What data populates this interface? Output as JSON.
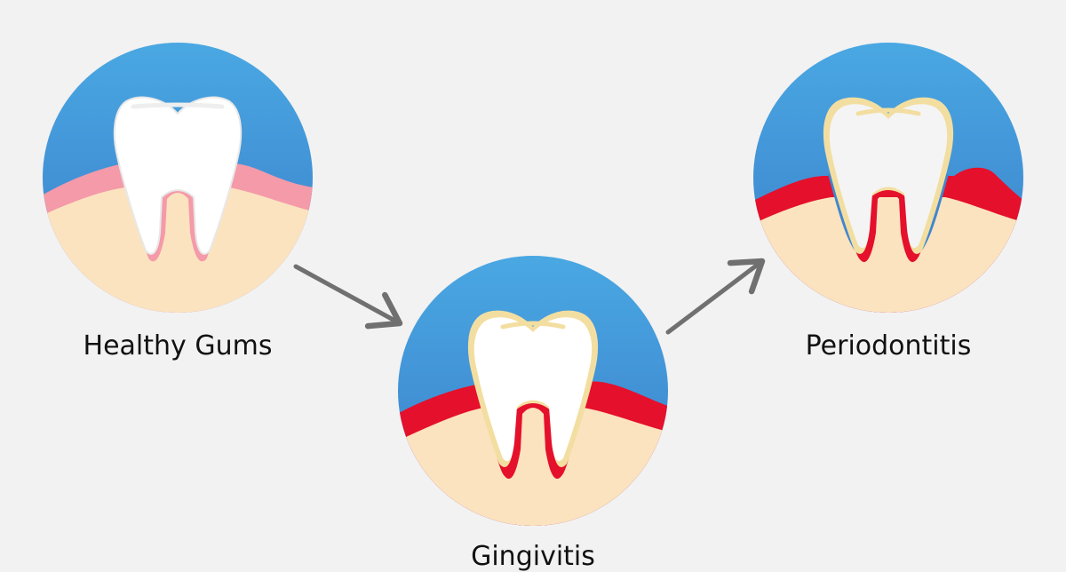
{
  "colors": {
    "background": "#f2f2f2",
    "sky_top": "#4aa9e3",
    "sky_bottom": "#3a7cc9",
    "bone": "#fbe3bf",
    "healthy_gum": "#f49aa9",
    "inflamed_gum": "#e5102b",
    "tooth": "#ffffff",
    "tooth_shade": "#e8e8e8",
    "plaque": "#f3dea1",
    "arrow": "#707070",
    "label_text": "#111111"
  },
  "stages": [
    {
      "label": "Healthy Gums",
      "gum_state": "healthy",
      "plaque": false
    },
    {
      "label": "Gingivitis",
      "gum_state": "inflamed",
      "plaque": true
    },
    {
      "label": "Periodontitis",
      "gum_state": "receded",
      "plaque": true
    }
  ],
  "arrows": [
    {
      "from": "Healthy Gums",
      "to": "Gingivitis"
    },
    {
      "from": "Gingivitis",
      "to": "Periodontitis"
    }
  ]
}
